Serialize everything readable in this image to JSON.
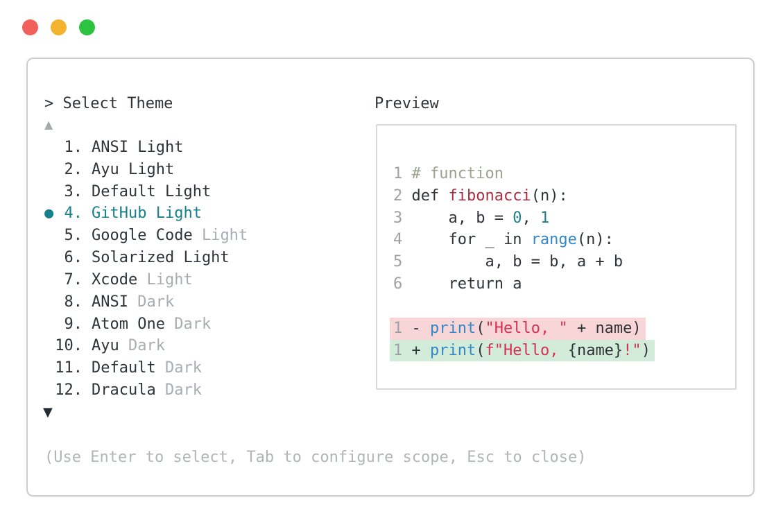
{
  "window": {
    "controls": [
      {
        "name": "close",
        "color": "#f2605b"
      },
      {
        "name": "minimize",
        "color": "#f3b32e"
      },
      {
        "name": "maximize",
        "color": "#2cc340"
      }
    ]
  },
  "panel": {
    "prompt": "> Select Theme",
    "scroll_up_icon": "▲",
    "scroll_down_icon": "▼",
    "selected_bullet_icon": "●",
    "footer": "(Use Enter to select, Tab to configure scope, Esc to close)",
    "themes": [
      {
        "number": "1.",
        "name": "ANSI Light",
        "muted": "",
        "selected": false
      },
      {
        "number": "2.",
        "name": "Ayu Light",
        "muted": "",
        "selected": false
      },
      {
        "number": "3.",
        "name": "Default Light",
        "muted": "",
        "selected": false
      },
      {
        "number": "4.",
        "name": "GitHub Light",
        "muted": "",
        "selected": true
      },
      {
        "number": "5.",
        "name": "Google Code",
        "muted": "Light",
        "selected": false
      },
      {
        "number": "6.",
        "name": "Solarized Light",
        "muted": "",
        "selected": false
      },
      {
        "number": "7.",
        "name": "Xcode",
        "muted": "Light",
        "selected": false
      },
      {
        "number": "8.",
        "name": "ANSI",
        "muted": "Dark",
        "selected": false
      },
      {
        "number": "9.",
        "name": "Atom One",
        "muted": "Dark",
        "selected": false
      },
      {
        "number": "10.",
        "name": "Ayu",
        "muted": "Dark",
        "selected": false
      },
      {
        "number": "11.",
        "name": "Default",
        "muted": "Dark",
        "selected": false
      },
      {
        "number": "12.",
        "name": "Dracula",
        "muted": "Dark",
        "selected": false
      }
    ]
  },
  "preview": {
    "title": "Preview",
    "code_lines": [
      {
        "num": "1",
        "tokens": [
          [
            "# function",
            "comment"
          ]
        ]
      },
      {
        "num": "2",
        "tokens": [
          [
            "def ",
            "plain"
          ],
          [
            "fibonacci",
            "function"
          ],
          [
            "(n):",
            "plain"
          ]
        ]
      },
      {
        "num": "3",
        "tokens": [
          [
            "    a, b = ",
            "plain"
          ],
          [
            "0",
            "number"
          ],
          [
            ", ",
            "plain"
          ],
          [
            "1",
            "number"
          ]
        ]
      },
      {
        "num": "4",
        "tokens": [
          [
            "    for _ in ",
            "plain"
          ],
          [
            "range",
            "builtin"
          ],
          [
            "(n):",
            "plain"
          ]
        ]
      },
      {
        "num": "5",
        "tokens": [
          [
            "        a, b = b, a + b",
            "plain"
          ]
        ]
      },
      {
        "num": "6",
        "tokens": [
          [
            "    return a",
            "plain"
          ]
        ]
      }
    ],
    "diff_lines": [
      {
        "num": "1",
        "type": "removed",
        "tokens": [
          [
            "- ",
            "plain"
          ],
          [
            "print",
            "builtin"
          ],
          [
            "(",
            "plain"
          ],
          [
            "\"Hello, \"",
            "string"
          ],
          [
            " + name)",
            "plain"
          ]
        ]
      },
      {
        "num": "1",
        "type": "added",
        "tokens": [
          [
            "+ ",
            "plain"
          ],
          [
            "print",
            "builtin"
          ],
          [
            "(",
            "plain"
          ],
          [
            "f\"Hello, ",
            "string"
          ],
          [
            "{name}",
            "plain"
          ],
          [
            "!\"",
            "string"
          ],
          [
            ")",
            "plain"
          ]
        ]
      }
    ]
  },
  "colors": {
    "accent_selected": "#16808b",
    "text": "#2e343a",
    "muted_text": "#a9adb1",
    "line_number": "#9da1a5",
    "comment": "#9ba18f",
    "function_name": "#ad2d3f",
    "number_literal": "#1c7f8a",
    "builtin": "#3287c8",
    "string": "#d63053",
    "diff_removed_bg": "#f8d6d7",
    "diff_added_bg": "#d3ebd9"
  }
}
